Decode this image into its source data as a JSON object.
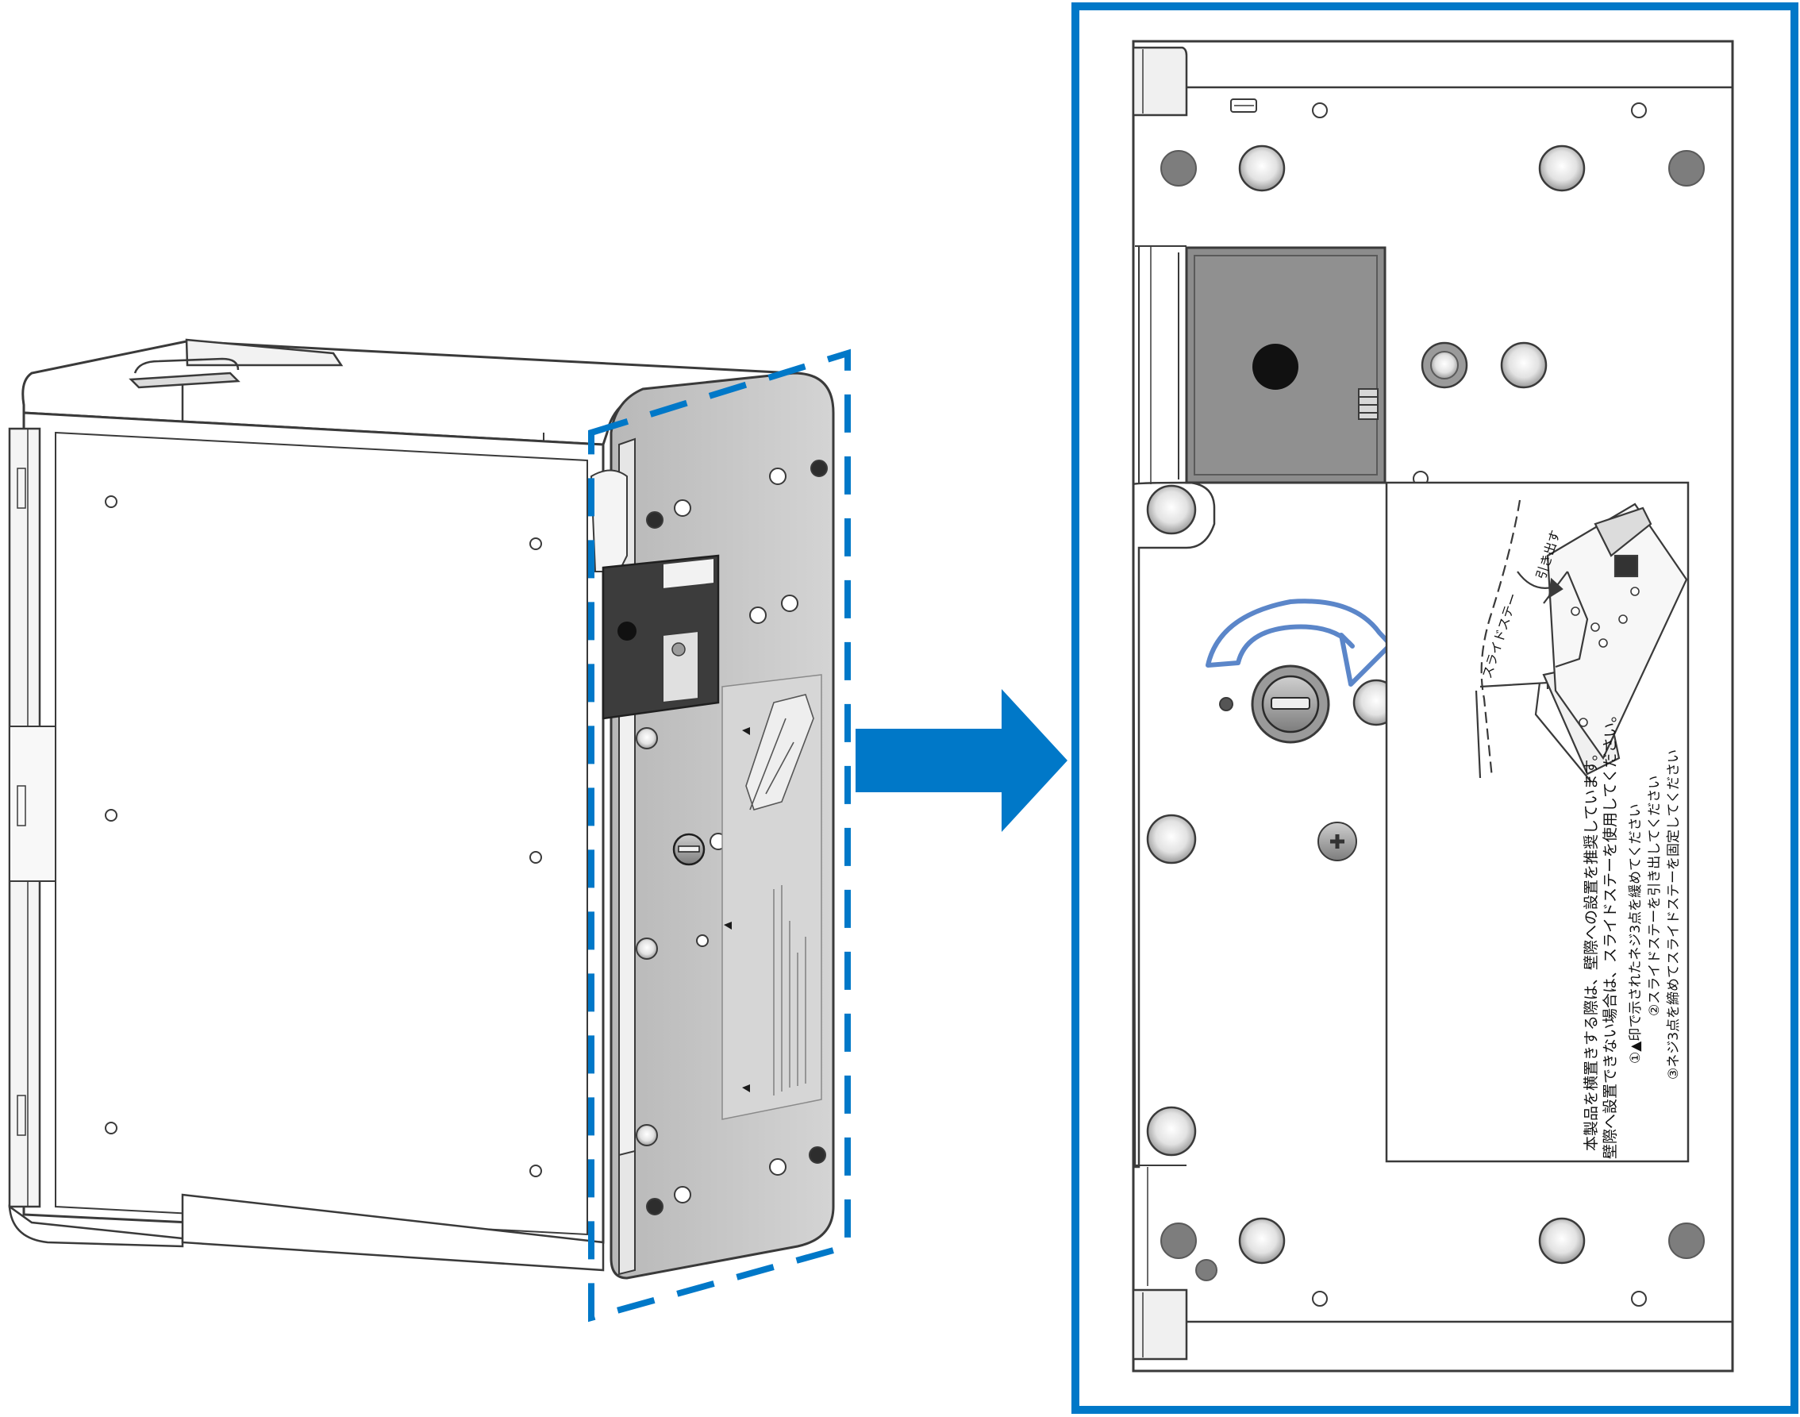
{
  "colors": {
    "accent_blue": "#0078c8",
    "rotate_arrow": "#5b86c9",
    "outline": "#3a3a3a",
    "panel_gray": "#c4c4c4",
    "dark_recess": "#3c3c3c",
    "plate_gray": "#8c8c8c"
  },
  "icons": {
    "highlight": "dashed-rectangle",
    "transition": "right-arrow-icon",
    "detail_frame": "solid-frame",
    "rotation": "curved-arrow-icon"
  },
  "instruction_label": {
    "note_line1": "本製品を横置きする際は、壁際への設置を推奨しています。",
    "note_line2": "壁際へ設置できない場合は、スライドステーを使用してください。",
    "step1": "①▲印で示されたネジ3点を緩めてください",
    "step2": "②スライドステーを引き出してください",
    "step3": "③ネジ3点を締めてスライドステーを固定してください",
    "pull_out": "引き出す",
    "slide_stay": "スライドステー"
  }
}
